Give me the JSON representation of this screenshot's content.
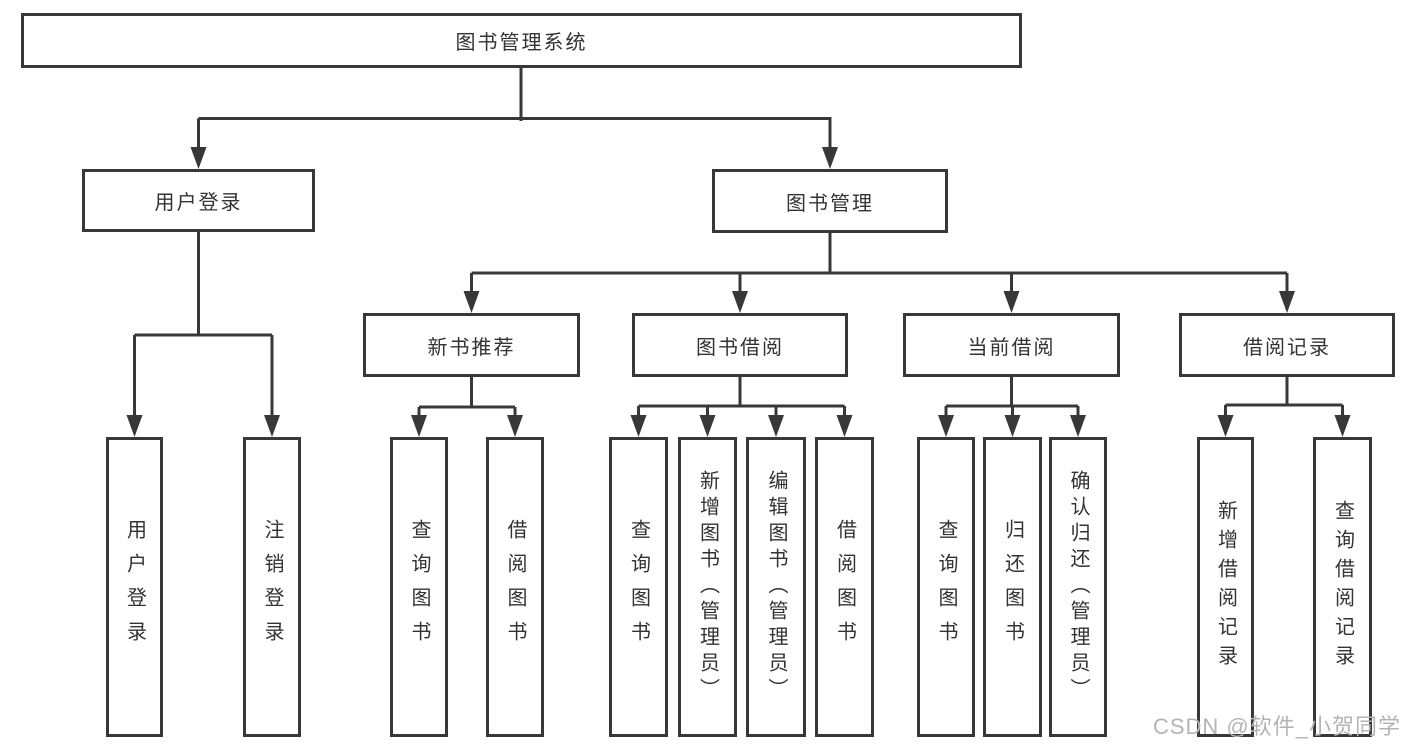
{
  "diagram": {
    "title": "图书管理系统",
    "user_login": {
      "label": "用户登录",
      "children": [
        "用户登录",
        "注销登录"
      ]
    },
    "book_mgmt": {
      "label": "图书管理",
      "sections": [
        {
          "label": "新书推荐",
          "children": [
            "查询图书",
            "借阅图书"
          ]
        },
        {
          "label": "图书借阅",
          "children": [
            "查询图书",
            "新增图书（管理员）",
            "编辑图书（管理员）",
            "借阅图书"
          ]
        },
        {
          "label": "当前借阅",
          "children": [
            "查询图书",
            "归还图书",
            "确认归还（管理员）"
          ]
        },
        {
          "label": "借阅记录",
          "children": [
            "新增借阅记录",
            "查询借阅记录"
          ]
        }
      ]
    },
    "colors": {
      "line": "#383838",
      "text": "#333333",
      "watermark": "#b4b4b4"
    }
  },
  "watermark": "CSDN @软件_小贺同学"
}
